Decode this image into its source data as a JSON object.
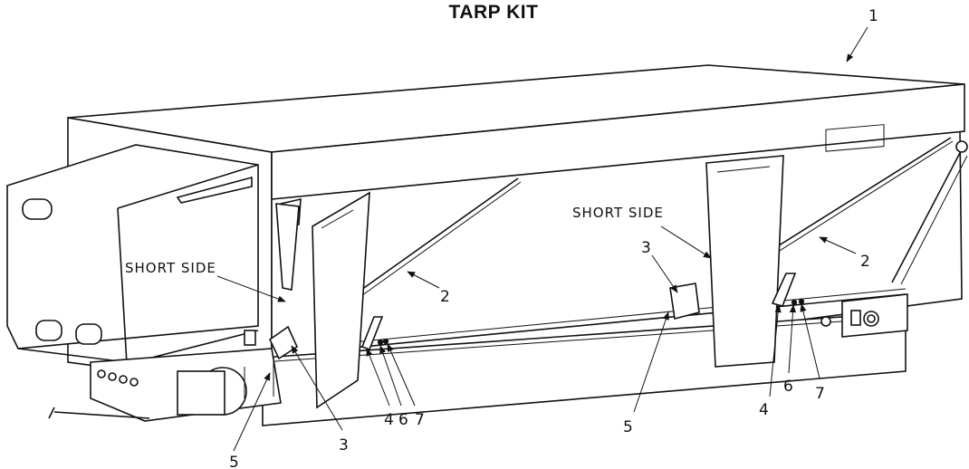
{
  "title": "TARP KIT",
  "callouts": {
    "tarp": "1",
    "strap_left": "2",
    "strap_right": "2",
    "bracket_left": "3",
    "bracket_right": "3",
    "hook_left": "4",
    "hook_right": "4",
    "stop_left": "5",
    "stop_right": "5",
    "washer_left": "6",
    "washer_right": "6",
    "nut_left": "7",
    "nut_right": "7"
  },
  "labels": {
    "short_side_left": "SHORT SIDE",
    "short_side_right": "SHORT SIDE"
  }
}
